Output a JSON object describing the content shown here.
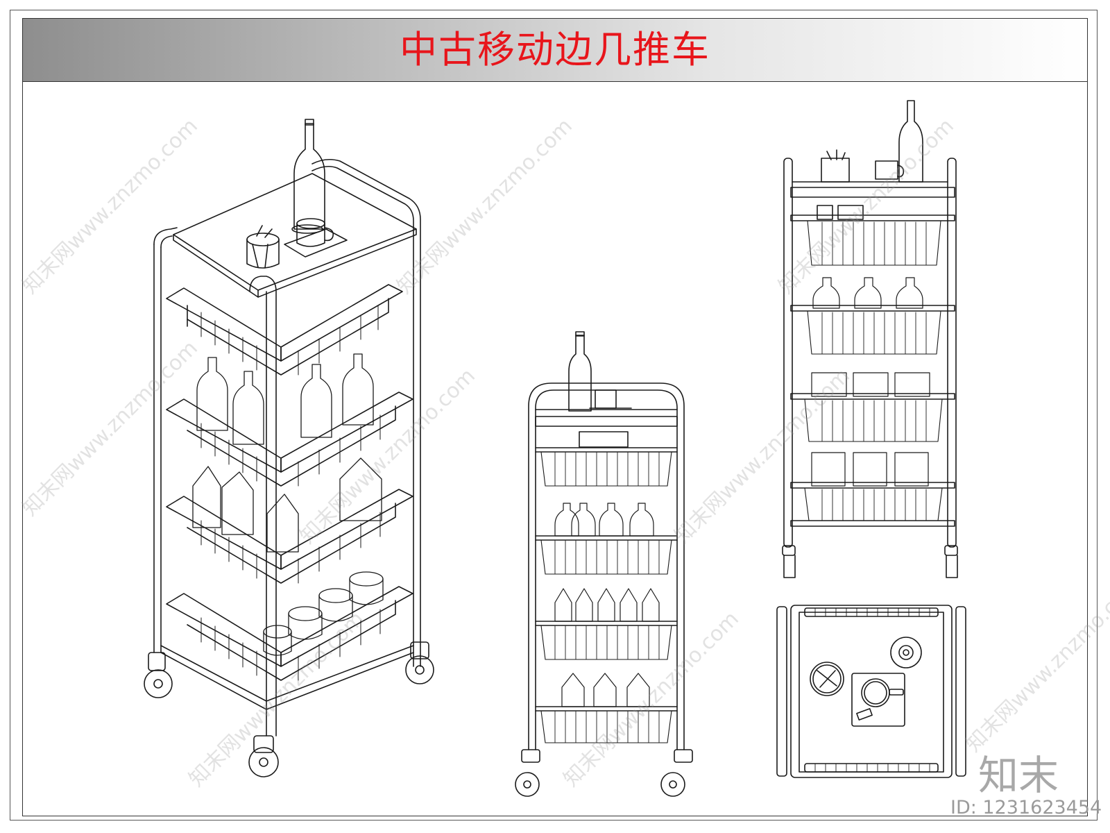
{
  "title": "中古移动边几推车",
  "brand": "知末",
  "id_label": "ID: 1231623454",
  "watermark_text": "知末网www.znzmo.com",
  "colors": {
    "title": "#e8151b",
    "line": "#1a1a1a",
    "watermark": "#969696"
  },
  "views": [
    {
      "name": "isometric-view"
    },
    {
      "name": "front-view"
    },
    {
      "name": "side-view"
    },
    {
      "name": "top-view"
    }
  ]
}
